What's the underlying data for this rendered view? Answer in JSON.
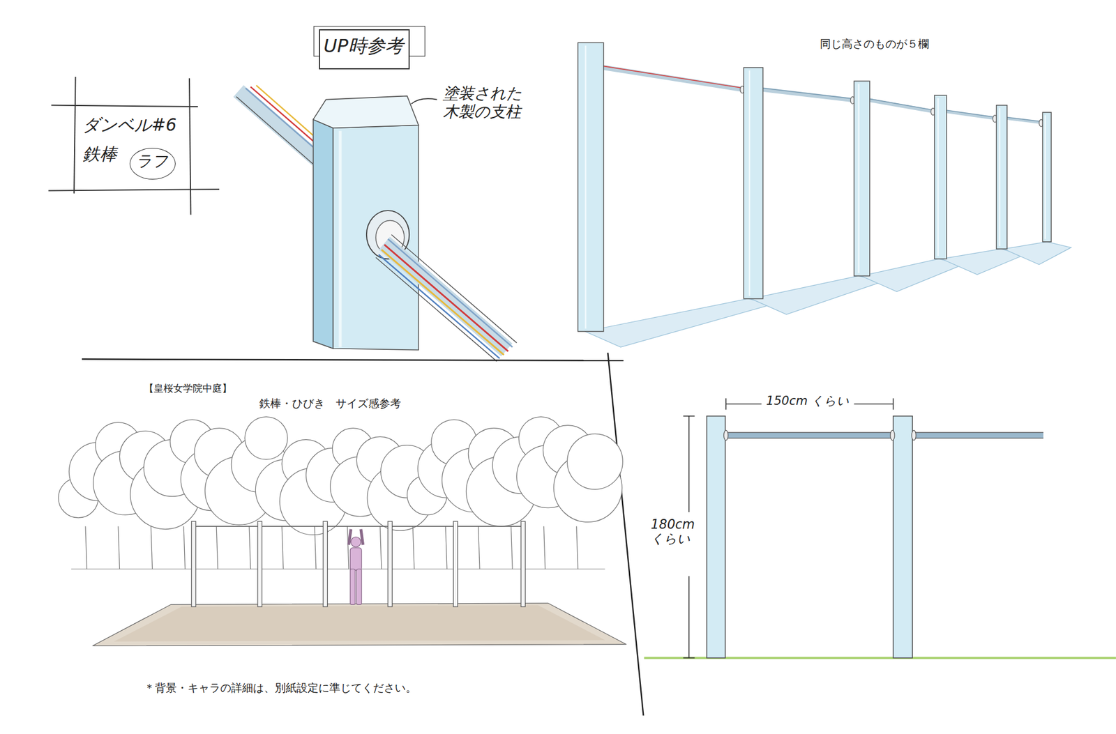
{
  "diagram": {
    "nodes": [
      {
        "text": [
          "ダンベル#6",
          "鉄棒"
        ]
      },
      {
        "text": [
          "ラフ"
        ],
        "in": 0
      },
      {
        "text": [
          "UP時参考"
        ]
      }
    ],
    "labels": [
      "塗装された 木製の支柱",
      "同じ高さのものが５欄",
      "【皇桜女学院中庭】",
      "鉄棒・ひびき　サイズ感参考",
      "150cm くらい",
      "180cm くらい",
      "＊背景・キャラの詳細は、別紙設定に準じてください。"
    ]
  }
}
